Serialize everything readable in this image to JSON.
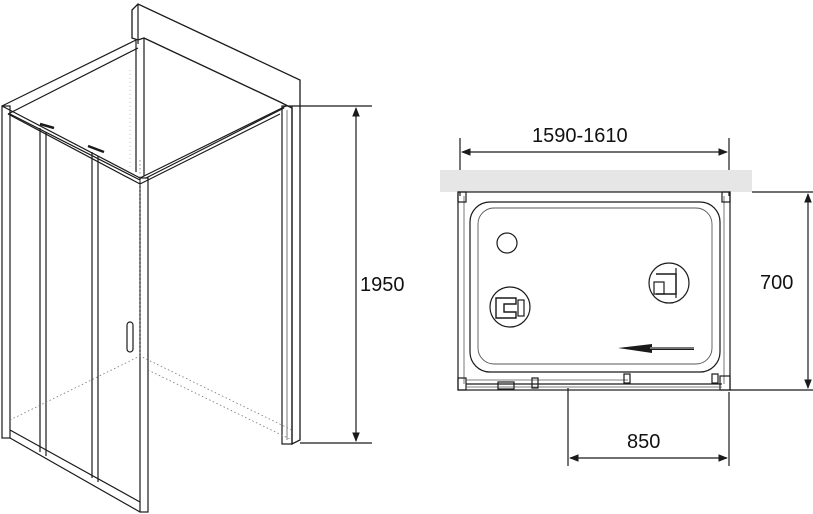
{
  "dimensions": {
    "height_label": "1950",
    "width_label": "1590-1610",
    "depth_label": "700",
    "door_label": "850"
  },
  "colors": {
    "line": "#1a1a1a",
    "wall_fill": "#e6e6e6",
    "thin": "#555555"
  },
  "icons": {
    "left_detail": "profile-detail-icon",
    "right_detail": "profile-detail-icon",
    "drain": "drain-icon",
    "direction": "sliding-direction-arrow-icon"
  }
}
